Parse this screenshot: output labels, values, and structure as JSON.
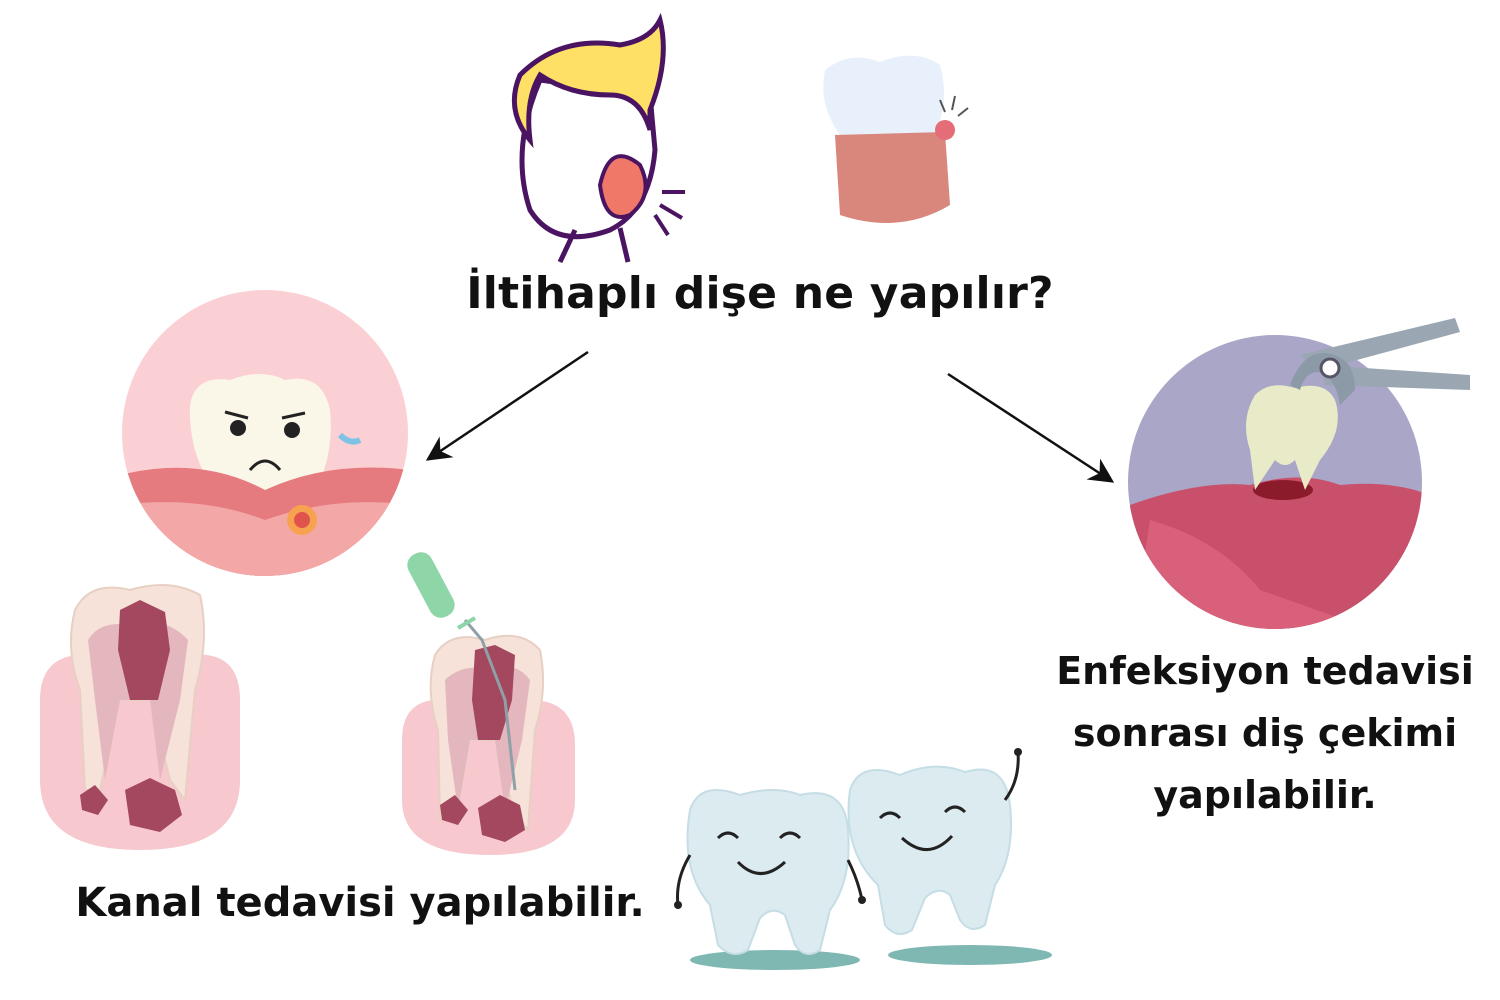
{
  "title": "İltihaplı dişe ne yapılır?",
  "left_outcome": "Kanal tedavisi yapılabilir.",
  "right_outcome": {
    "lines": [
      "Enfeksiyon tedavisi",
      "sonrası diş çekimi",
      "yapılabilir."
    ]
  },
  "colors": {
    "hair": "#FFE066",
    "outline": "#4B1463",
    "swelling": "#F07868",
    "gum_pink": "#F7C9CF",
    "gum_red": "#C8506A",
    "tooth_light": "#DCEBF0",
    "tooth_cream": "#FBF7E8",
    "circle_left": "#FBD0D4",
    "circle_right": "#A9A6C8",
    "pliers": "#9AA6B2",
    "file_handle": "#8ED6A8",
    "shadow": "#7FB7B2"
  },
  "icons": [
    "face-toothache-icon",
    "swollen-gum-icon",
    "sad-tooth-circle-icon",
    "extraction-circle-icon",
    "infected-tooth-icon",
    "root-canal-tooth-icon",
    "happy-teeth-icon",
    "arrow-icon"
  ]
}
